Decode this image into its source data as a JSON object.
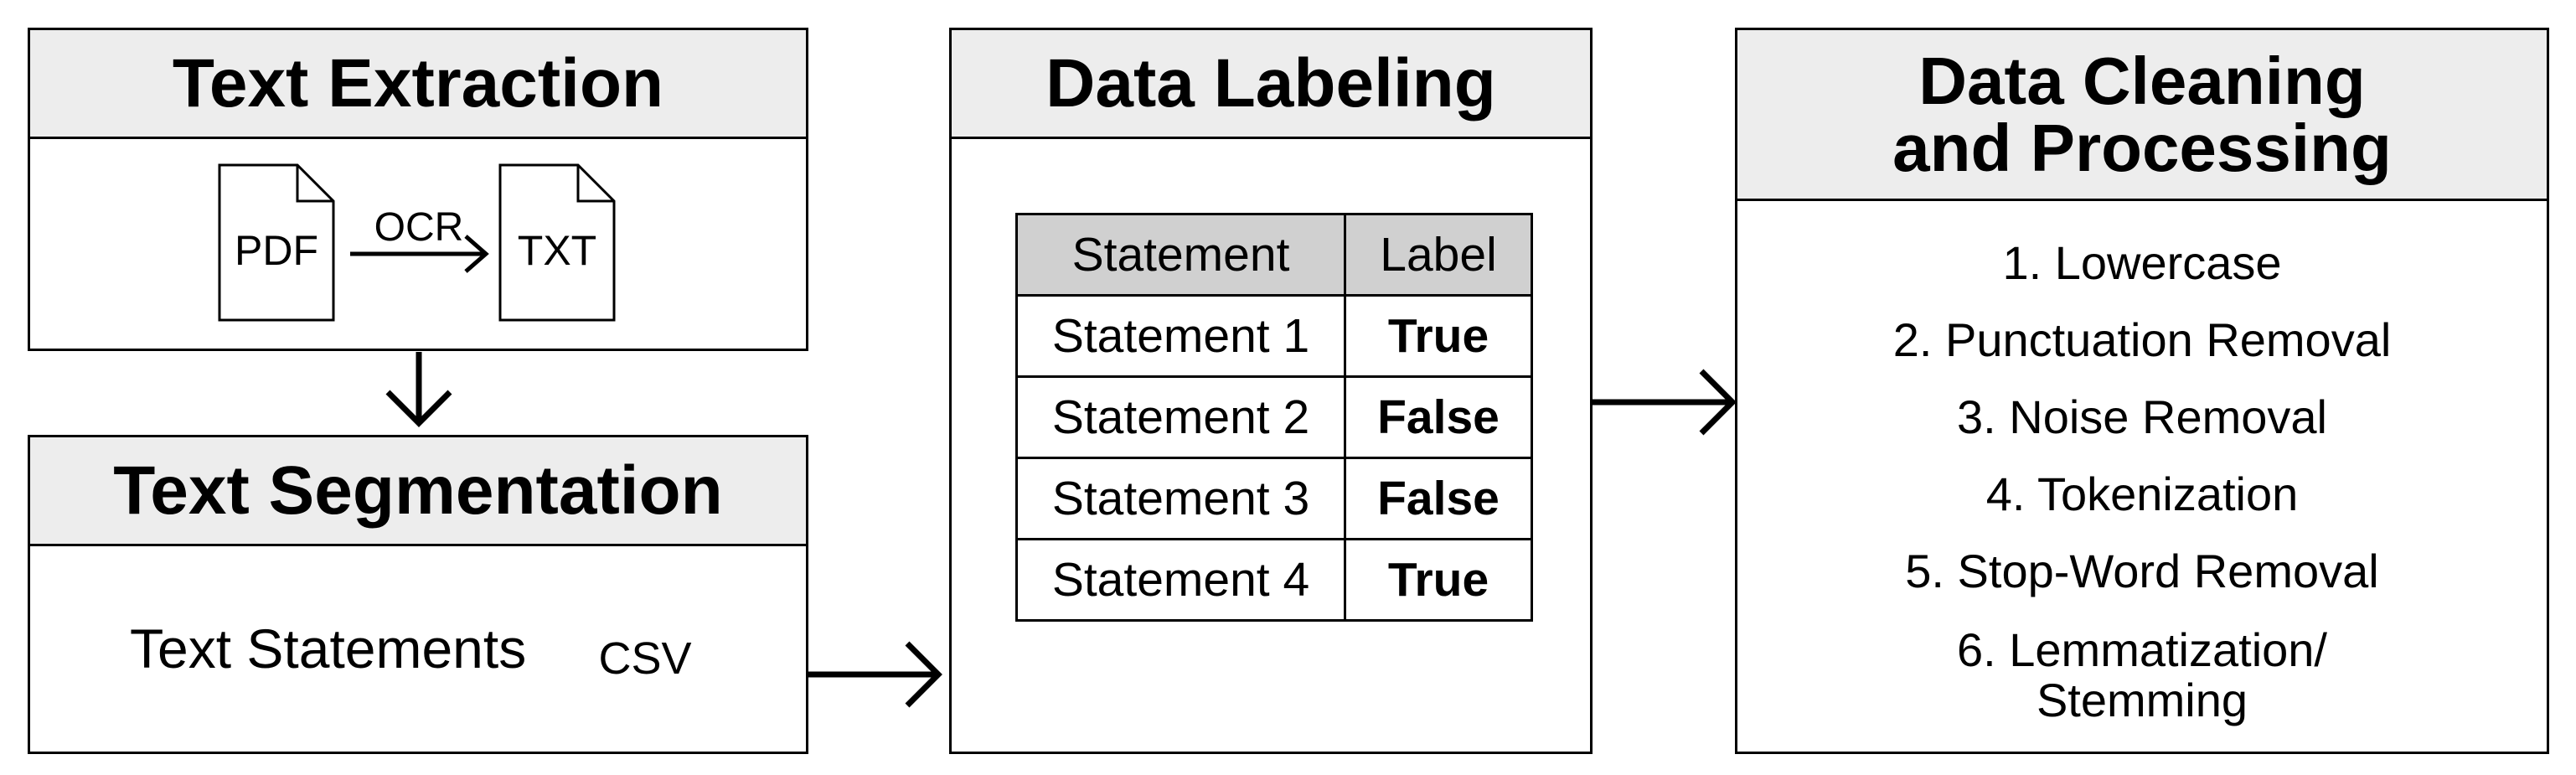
{
  "text_extraction": {
    "title": "Text Extraction",
    "source_file": "PDF",
    "process": "OCR",
    "target_file": "TXT"
  },
  "text_segmentation": {
    "title": "Text Segmentation",
    "description": "Text Statements",
    "output_file": "CSV"
  },
  "data_labeling": {
    "title": "Data Labeling",
    "columns": [
      "Statement",
      "Label"
    ],
    "rows": [
      {
        "statement": "Statement 1",
        "label": "True"
      },
      {
        "statement": "Statement 2",
        "label": "False"
      },
      {
        "statement": "Statement 3",
        "label": "False"
      },
      {
        "statement": "Statement 4",
        "label": "True"
      }
    ]
  },
  "data_cleaning": {
    "title_line1": "Data Cleaning",
    "title_line2": "and Processing",
    "steps": [
      "1. Lowercase",
      "2. Punctuation Removal",
      "3. Noise Removal",
      "4. Tokenization",
      "5. Stop-Word Removal"
    ],
    "step6_line1": "6. Lemmatization/",
    "step6_line2": "Stemming"
  }
}
